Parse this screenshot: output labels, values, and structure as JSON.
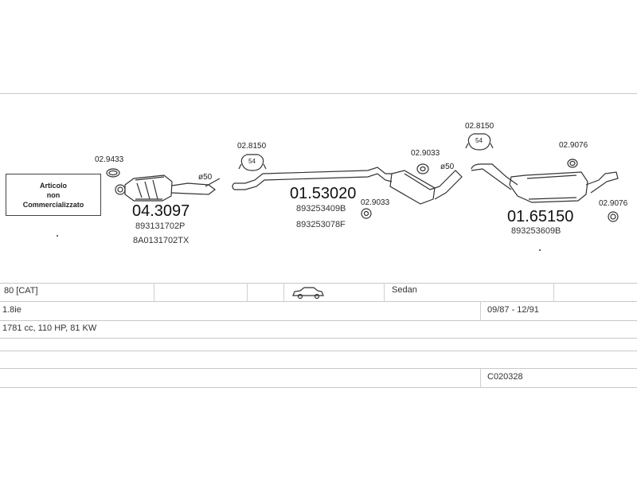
{
  "notice": {
    "line1": "Articolo",
    "line2": "non",
    "line3": "Commercializzato"
  },
  "parts": {
    "clamp_left": "02.9433",
    "mount_54_a": "02.8150",
    "mount_54_b": "02.8150",
    "mount_54_a_size": "54",
    "mount_54_b_size": "54",
    "gasket_a": "02.9033",
    "gasket_b": "02.9033",
    "rubber_a": "02.9076",
    "rubber_b": "02.9076",
    "diameter_a": "ø50",
    "diameter_b": "ø50",
    "catalyst": {
      "code": "04.3097",
      "refs": [
        "893131702P",
        "8A0131702TX"
      ]
    },
    "middle": {
      "code": "01.53020",
      "refs": [
        "893253409B",
        "893253078F"
      ]
    },
    "rear": {
      "code": "01.65150",
      "refs": [
        "893253609B"
      ]
    }
  },
  "table": {
    "row1": {
      "model": "80  [CAT]",
      "body": "Sedan",
      "body_icon": "car-sedan-icon"
    },
    "row2": {
      "engine": "1.8ie",
      "period": "09/87 - 12/91"
    },
    "row3": {
      "spec": "1781 cc, 110 HP, 81 KW"
    },
    "row5": {
      "catalog": "C020328"
    }
  }
}
